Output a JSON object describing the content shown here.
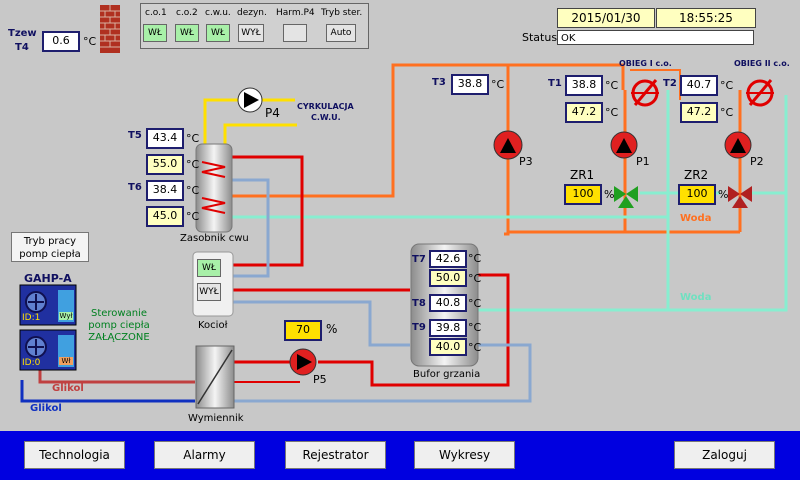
{
  "header": {
    "tzew_label": "Tzew",
    "t4_label": "T4",
    "tzew_value": "0.6",
    "unit_c": "°C",
    "date": "2015/01/30",
    "time": "18:55:25",
    "status_label": "Status",
    "status_value": "OK"
  },
  "control_panel": {
    "co1_label": "c.o.1",
    "co1_value": "WŁ",
    "co2_label": "c.o.2",
    "co2_value": "WŁ",
    "cwu_label": "c.w.u.",
    "cwu_value": "WŁ",
    "dezyn_label": "dezyn.",
    "dezyn_value": "WYŁ",
    "harm_label": "Harm.P4",
    "tryb_label": "Tryb ster.",
    "tryb_value": "Auto"
  },
  "sensors": {
    "t1_label": "T1",
    "t1_value": "38.8",
    "t1_set": "47.2",
    "t2_label": "T2",
    "t2_value": "40.7",
    "t2_set": "47.2",
    "t3_label": "T3",
    "t3_value": "38.8",
    "t5_label": "T5",
    "t5_value": "43.4",
    "t5_set": "55.0",
    "t6_label": "T6",
    "t6_value": "38.4",
    "t6_set": "45.0",
    "t7_label": "T7",
    "t7_value": "42.6",
    "t7_set": "50.0",
    "t8_label": "T8",
    "t8_value": "40.8",
    "t9_label": "T9",
    "t9_value": "39.8",
    "t9_set": "40.0"
  },
  "valves": {
    "zr1_label": "ZR1",
    "zr1_value": "100",
    "zr2_label": "ZR2",
    "zr2_value": "100",
    "unit_pct": "%"
  },
  "pumps": {
    "p1": "P1",
    "p2": "P2",
    "p3": "P3",
    "p4": "P4",
    "p5": "P5",
    "p5_value": "70"
  },
  "labels": {
    "obieg1": "OBIEG I c.o.",
    "obieg2": "OBIEG II c.o.",
    "cyrkulacja_1": "CYRKULACJA",
    "cyrkulacja_2": "C.W.U.",
    "woda1": "Woda",
    "woda2": "Woda",
    "zasobnik": "Zasobnik cwu",
    "kociol": "Kocioł",
    "bufor": "Bufor grzania",
    "wymiennik": "Wymiennik",
    "glikol1": "Glikol",
    "glikol2": "Glikol",
    "gahp": "GAHP-A",
    "id1": "ID:1",
    "id0": "ID:0",
    "hp1_state": "Wył",
    "hp0_state": "Wł",
    "sterowanie_1": "Sterowanie",
    "sterowanie_2": "pomp ciepła",
    "sterowanie_3": "ZAŁĄCZONE",
    "tryb_pracy_1": "Tryb pracy",
    "tryb_pracy_2": "pomp ciepła",
    "kociol_on": "WŁ",
    "kociol_off": "WYŁ"
  },
  "nav": {
    "technologia": "Technologia",
    "alarmy": "Alarmy",
    "rejestrator": "Rejestrator",
    "wykresy": "Wykresy",
    "zaloguj": "Zaloguj"
  },
  "colors": {
    "hot": "#e00000",
    "orange": "#ff7020",
    "cold": "#8aa8d0",
    "aqua": "#88eed0",
    "glikol_red": "#c04040",
    "glikol_blue": "#1030c0",
    "nav_bar": "#0000e0"
  }
}
